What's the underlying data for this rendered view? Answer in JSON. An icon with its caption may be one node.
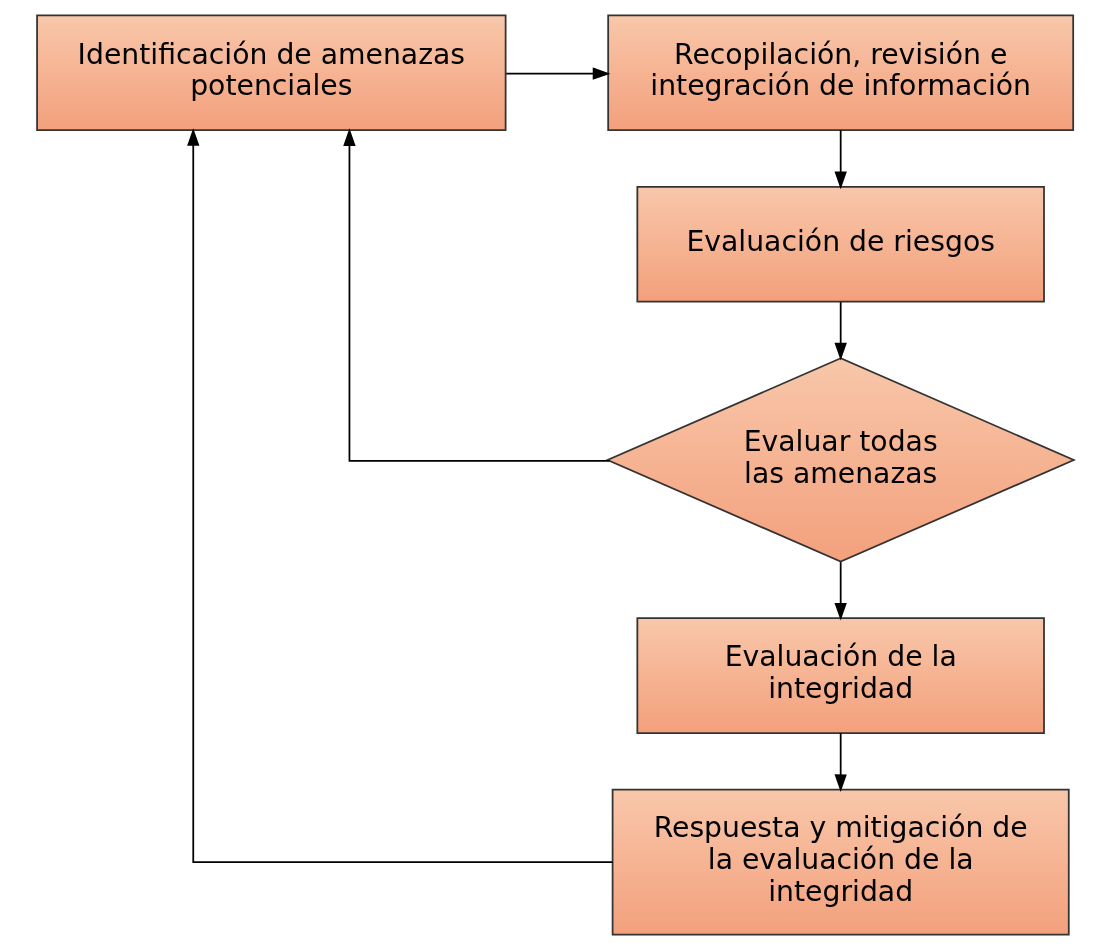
{
  "diagram": {
    "nodes": [
      {
        "text": [
          "Identificación de amenazas potenciales"
        ]
      },
      {
        "text": [
          "Recopilación, revisión e integración de información"
        ]
      },
      {
        "text": [
          "Evaluación de riesgos"
        ]
      },
      {
        "text": [
          "Evaluar todas las amenazas"
        ]
      },
      {
        "text": [
          "Evaluación de la integridad"
        ]
      },
      {
        "text": [
          "Respuesta y mitigación de la evaluación de la integridad"
        ]
      }
    ],
    "edges": [
      {
        "from": 0,
        "to": 1,
        "arrow": "to"
      },
      {
        "from": 1,
        "to": 2,
        "arrow": "to"
      },
      {
        "from": 2,
        "to": 3,
        "arrow": "to"
      },
      {
        "from": 3,
        "to": 0,
        "arrow": "to"
      },
      {
        "from": 3,
        "to": 4,
        "arrow": "to"
      },
      {
        "from": 4,
        "to": 5,
        "arrow": "to"
      },
      {
        "from": 5,
        "to": 0,
        "arrow": "to"
      }
    ]
  }
}
